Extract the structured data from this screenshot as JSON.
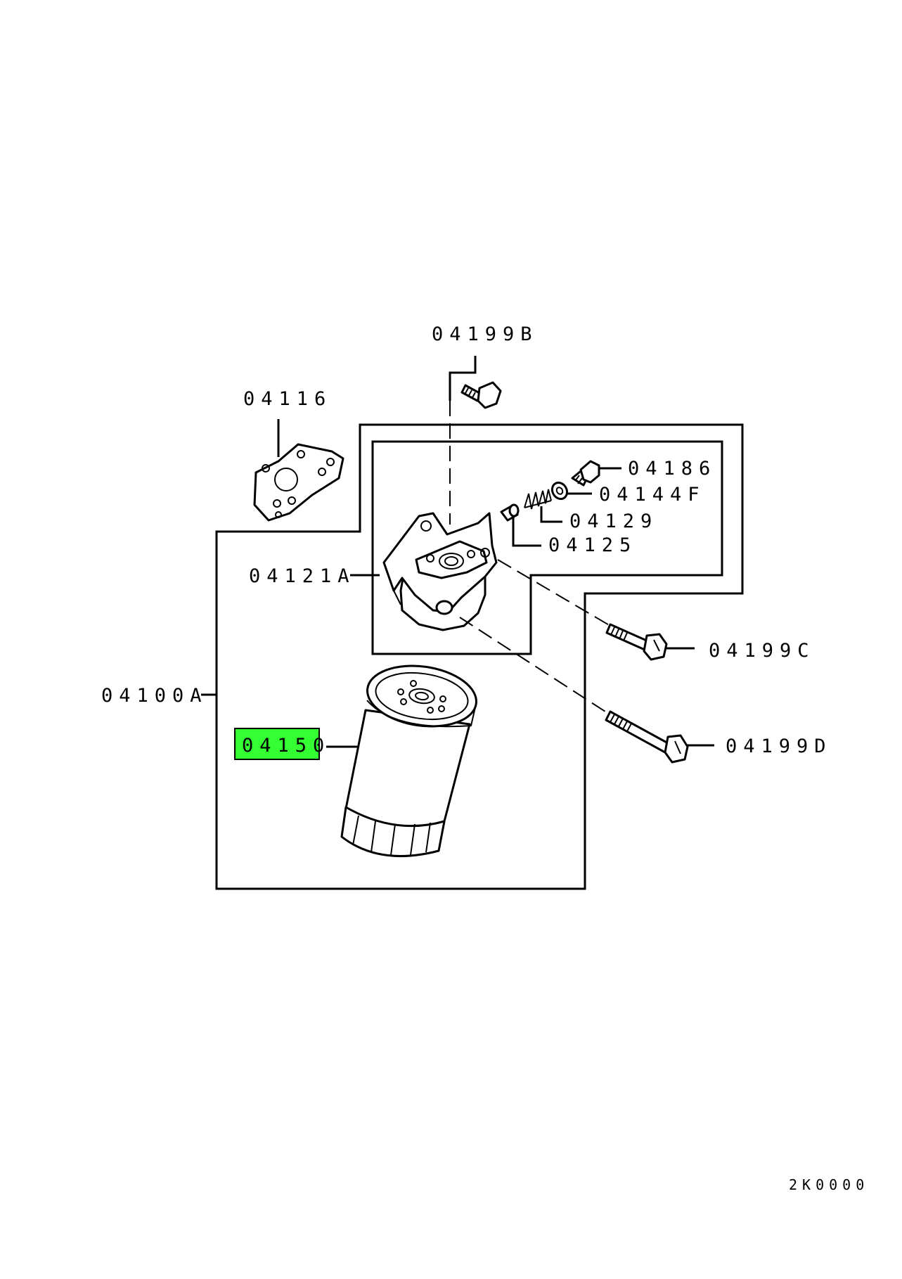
{
  "parts": {
    "p04199B": "04199B",
    "p04116": "04116",
    "p04186": "04186",
    "p04144F": "04144F",
    "p04129": "04129",
    "p04125": "04125",
    "p04121A": "04121A",
    "p04199C": "04199C",
    "p04100A": "04100A",
    "p04150": "04150",
    "p04199D": "04199D"
  },
  "highlighted_part": "04150",
  "highlight_color": "#33ff33",
  "drawing_code": "2K0000"
}
